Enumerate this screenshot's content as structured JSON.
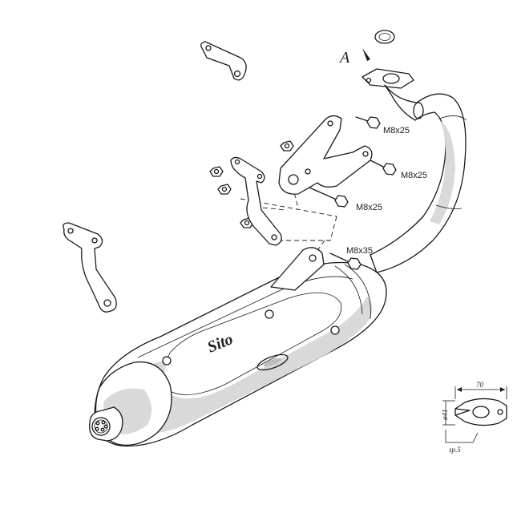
{
  "drawing": {
    "view_label": "A",
    "brand_mark": "Sito",
    "bolt_labels": [
      "M8x25",
      "M8x25",
      "M8x25",
      "M8x35"
    ]
  },
  "flange_detail": {
    "width_dim": "70",
    "height_dim": "ø41",
    "thickness_dim": "sp.5"
  }
}
